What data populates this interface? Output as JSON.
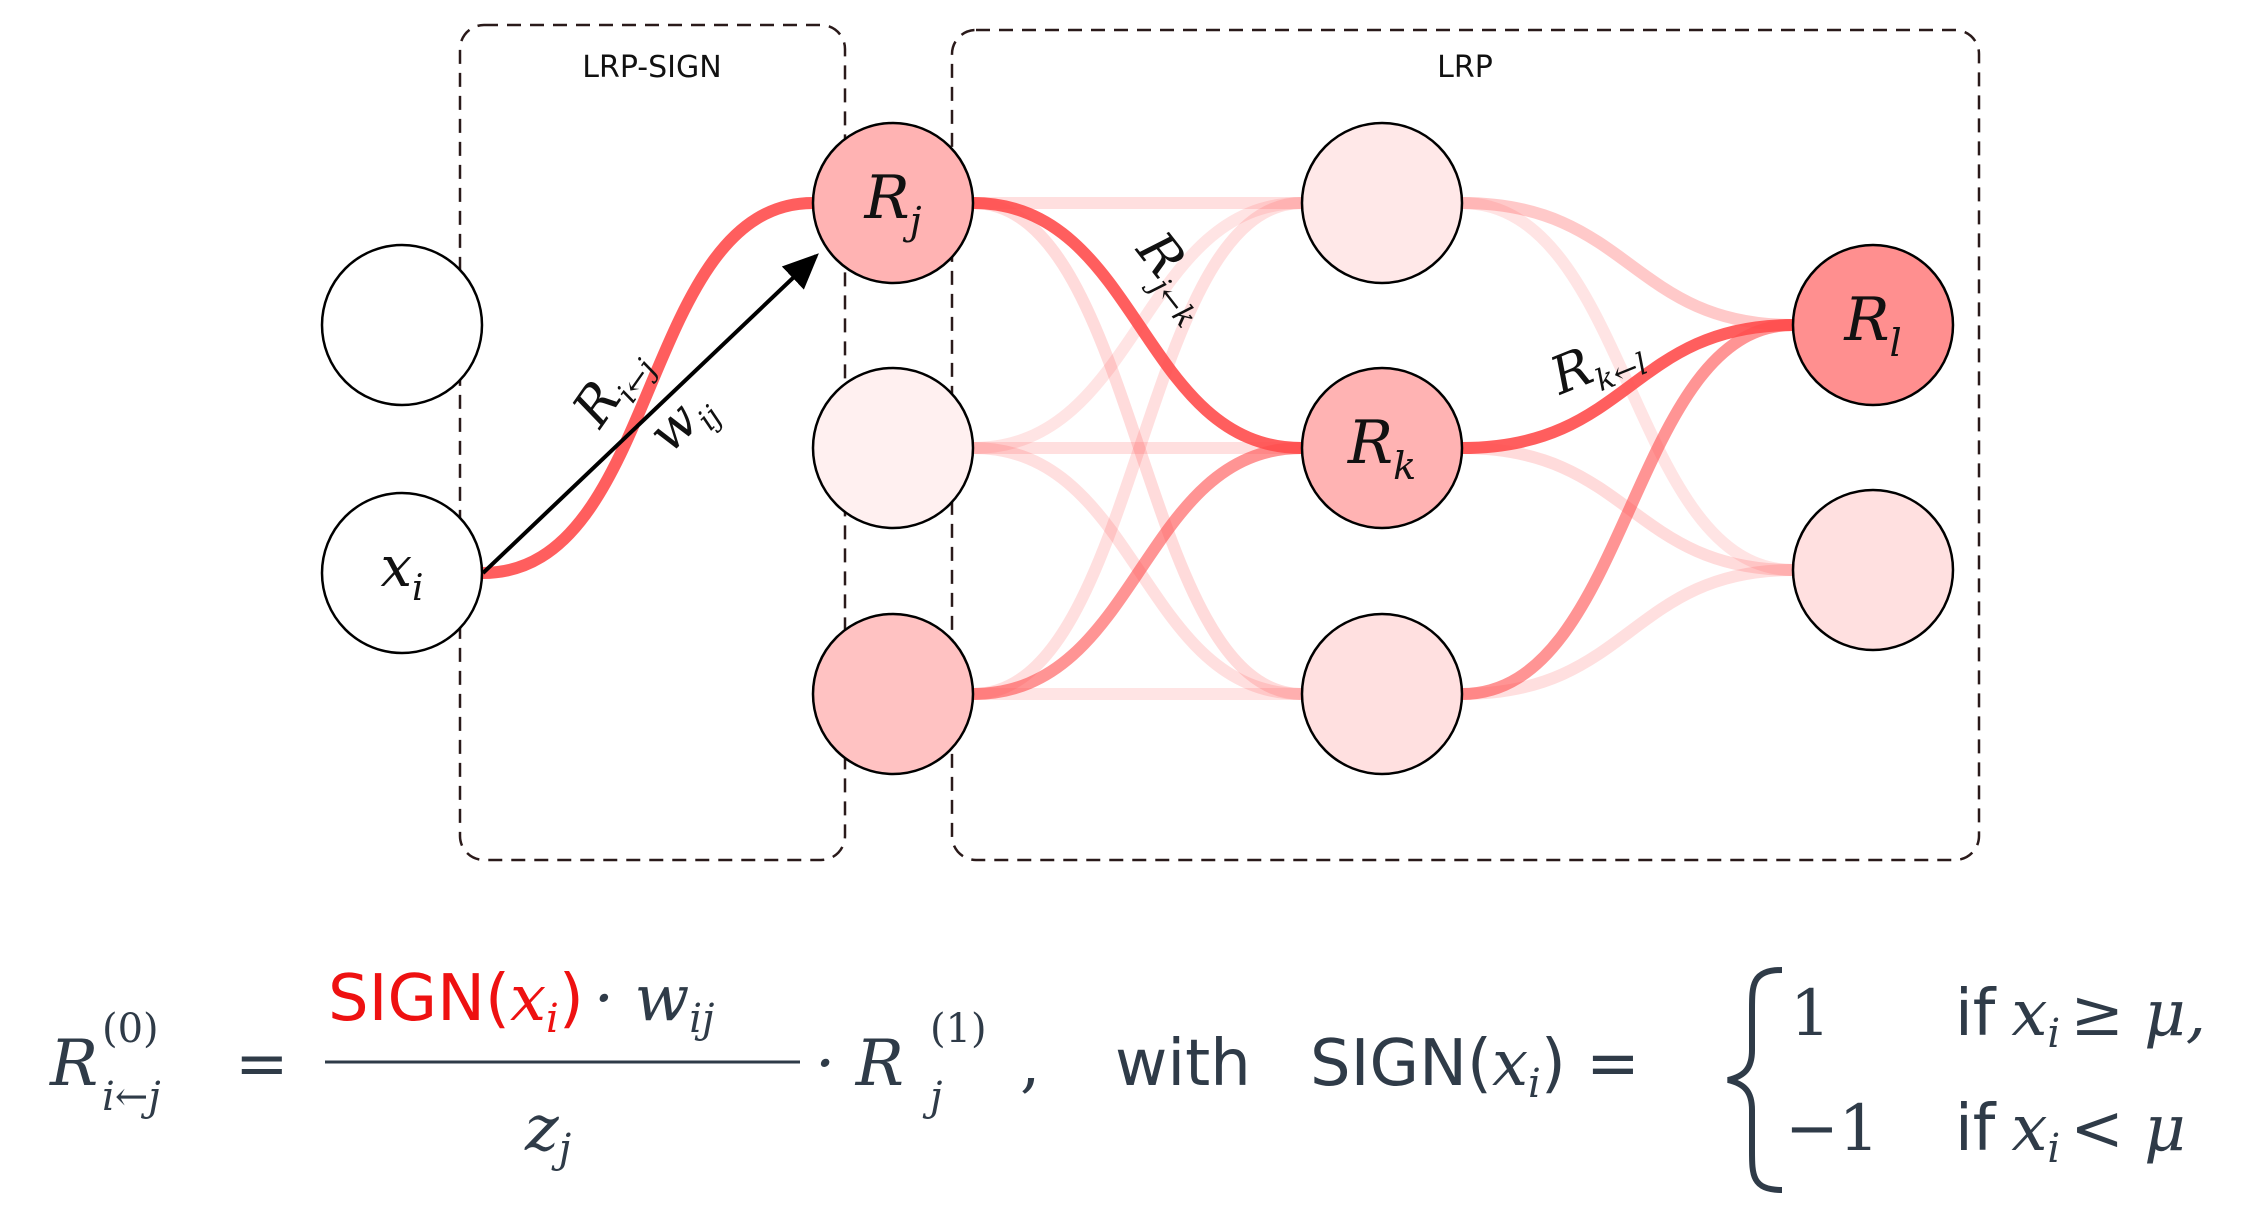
{
  "boxes": {
    "lrp_sign": "LRP-SIGN",
    "lrp": "LRP"
  },
  "nodes": {
    "x": {
      "base": "x",
      "sub": "i"
    },
    "rj": {
      "base": "R",
      "sub": "j"
    },
    "rk": {
      "base": "R",
      "sub": "k"
    },
    "rl": {
      "base": "R",
      "sub": "l"
    }
  },
  "edge_labels": {
    "r_ij": {
      "base": "R",
      "sub": "i←j"
    },
    "w_ij": {
      "base": "w",
      "sub": "ij"
    },
    "r_jk": {
      "base": "R",
      "sub": "j←k"
    },
    "r_kl": {
      "base": "R",
      "sub": "k←l"
    }
  },
  "colors": {
    "relevance": "#ff4d4d",
    "node_strong": "#ff8f8f",
    "node_medium": "#ffb3b3",
    "node_light": "#ffd8d8",
    "node_faint": "#fff0f0",
    "equation_text": "#2f3b48",
    "equation_highlight": "#ee1111"
  },
  "equation": {
    "lhs_base": "R",
    "lhs_sup": "(0)",
    "lhs_sub": "i←j",
    "equals": "=",
    "num_sign": "SIGN(",
    "num_x": "x",
    "num_x_sub": "i",
    "num_close": ")",
    "num_dot_w": "· w",
    "num_w_sub": "ij",
    "den_base": "z",
    "den_sub": "j",
    "dot_r": "· R",
    "r_sup": "(1)",
    "r_sub": "j",
    "comma": ",",
    "with": "with",
    "sign_label": "SIGN(",
    "sign_x": "x",
    "sign_x_sub": "i",
    "sign_close": ") =",
    "case1_value": "1",
    "case1_if": "if",
    "case1_cond_x": "x",
    "case1_cond_sub": "i",
    "case1_cond_rest": "≥ μ,",
    "case2_value": "−1",
    "case2_if": "if",
    "case2_cond_x": "x",
    "case2_cond_sub": "i",
    "case2_cond_rest": "< μ"
  }
}
